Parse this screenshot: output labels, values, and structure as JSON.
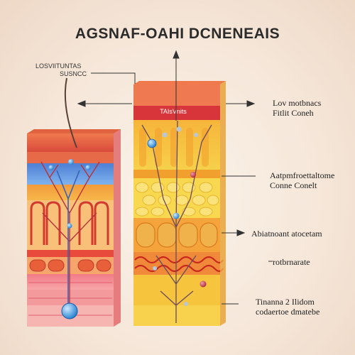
{
  "title": "AGSNAF-OAHI DCNENEAIS",
  "top_left_label": {
    "line1": "LOSVIITUNTAS",
    "line2": "SUSNCC"
  },
  "band_label": "TAIsVnits",
  "labels": [
    {
      "line1": "Lov motbnacs",
      "line2": "Fitlit Coneh"
    },
    {
      "line1": "Aatpmfroettaltome",
      "line2": "Conne Conelt"
    },
    {
      "line1": "Abiatnoant atocetam",
      "line2": ""
    },
    {
      "line1": "rotbrnarate",
      "line2": ""
    },
    {
      "line1": "Tinanna 2 Ilidom",
      "line2": "codaertoe dmatebe"
    }
  ],
  "colors": {
    "epidermis_red": "#d94a3c",
    "fat_yellow": "#f3c23a",
    "vein_blue": "#3a62b8",
    "nerve_blue": "#2f9be6"
  }
}
